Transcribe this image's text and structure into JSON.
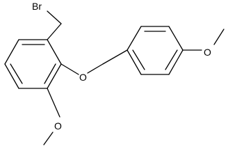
{
  "molecule": {
    "labels": {
      "bromine": "Br",
      "ether_oxygen": "O",
      "ring_methoxy_oxygen": "O",
      "para_methoxy_oxygen": "O"
    }
  }
}
